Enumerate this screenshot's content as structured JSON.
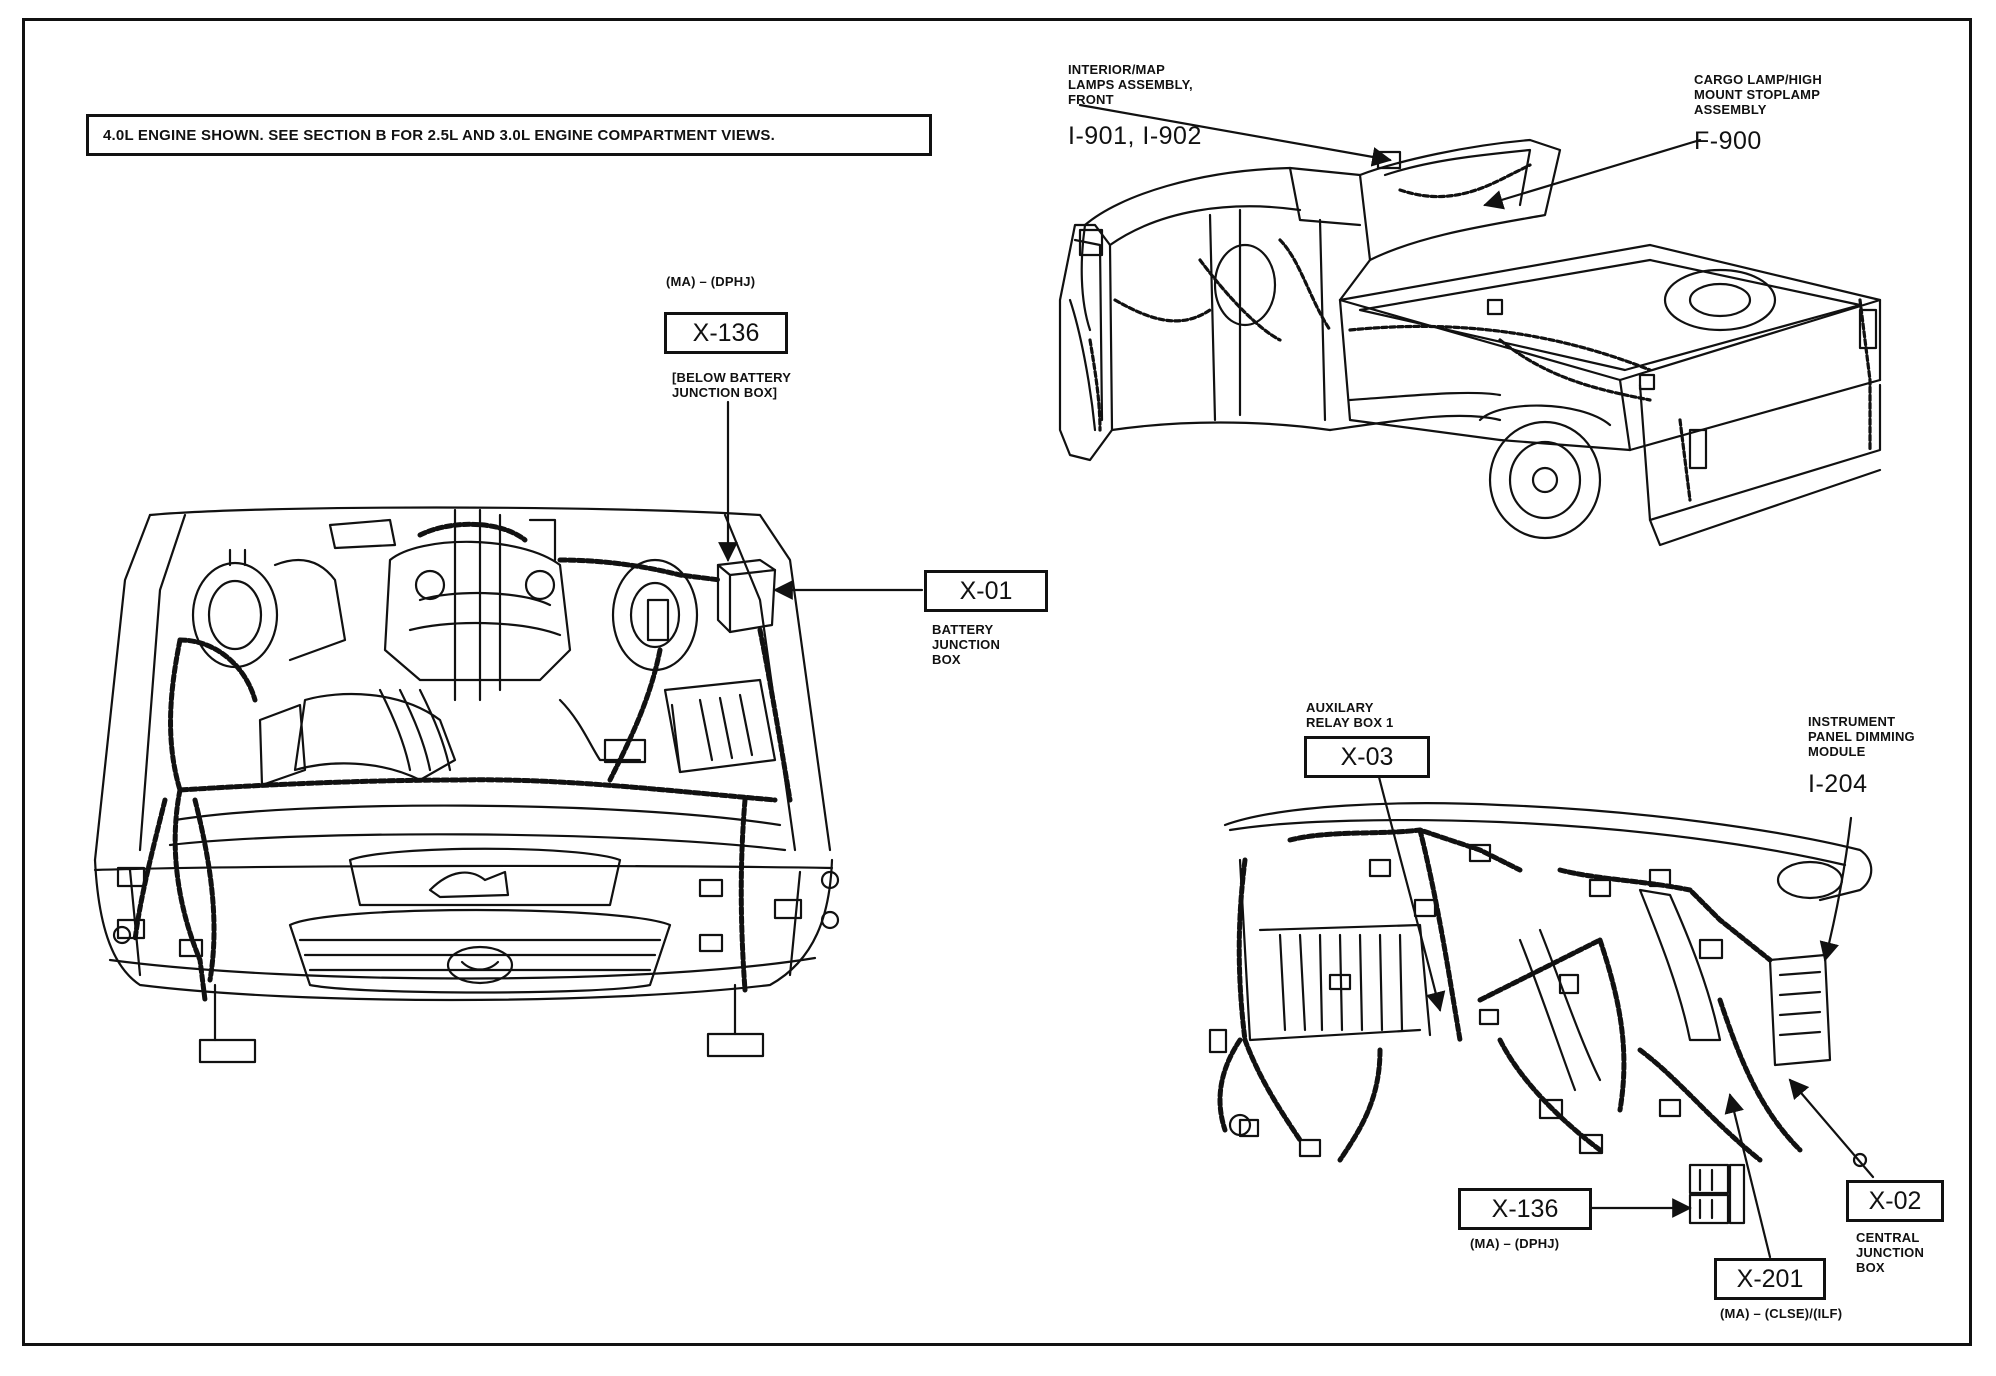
{
  "note": "4.0L ENGINE SHOWN. SEE SECTION B FOR 2.5L AND 3.0L ENGINE COMPARTMENT VIEWS.",
  "engine": {
    "x136": {
      "code_top": "(MA) – (DPHJ)",
      "id": "X-136",
      "location": "[BELOW BATTERY\nJUNCTION BOX]"
    },
    "x01": {
      "id": "X-01",
      "label": "BATTERY\nJUNCTION\nBOX"
    }
  },
  "truck": {
    "interior_lamps": {
      "label": "INTERIOR/MAP\nLAMPS ASSEMBLY,\nFRONT",
      "ids": "I-901, I-902"
    },
    "cargo_lamp": {
      "label": "CARGO LAMP/HIGH\nMOUNT STOPLAMP\nASSEMBLY",
      "id": "F-900"
    }
  },
  "dash": {
    "x03": {
      "label": "AUXILARY\nRELAY BOX 1",
      "id": "X-03"
    },
    "i204": {
      "label": "INSTRUMENT\nPANEL DIMMING\nMODULE",
      "id": "I-204"
    },
    "x136": {
      "id": "X-136",
      "code": "(MA) – (DPHJ)"
    },
    "x02": {
      "id": "X-02",
      "label": "CENTRAL\nJUNCTION\nBOX"
    },
    "x201": {
      "id": "X-201",
      "code": "(MA) – (CLSE)/(ILF)"
    }
  }
}
